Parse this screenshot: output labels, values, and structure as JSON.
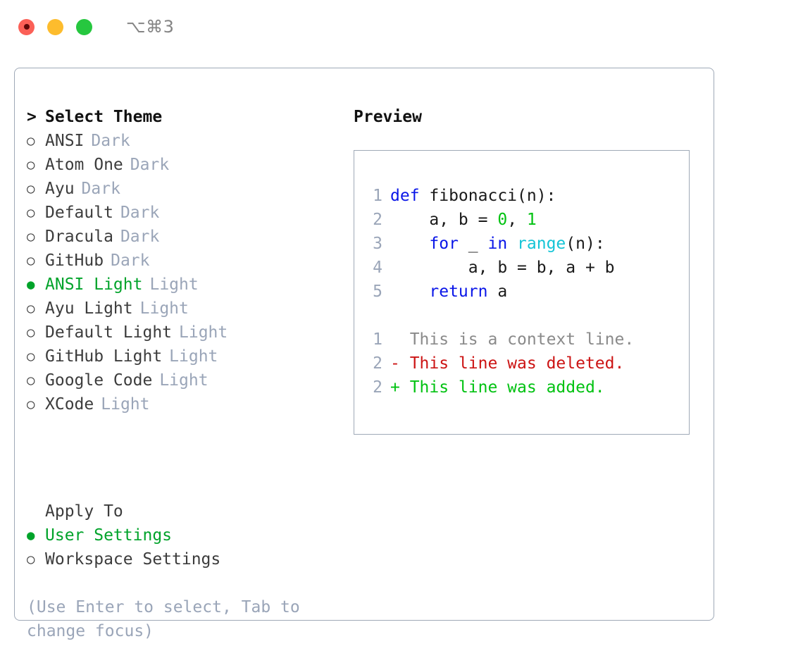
{
  "window": {
    "title": "⌥⌘3",
    "traffic_lights": [
      {
        "name": "close-button",
        "color": "#fb6057"
      },
      {
        "name": "minimize-button",
        "color": "#fdbc2d"
      },
      {
        "name": "maximize-button",
        "color": "#26c73f"
      }
    ]
  },
  "theme_picker": {
    "heading": "Select Theme",
    "heading_marker": ">",
    "marker_selected": "●",
    "marker_unselected": "○",
    "items": [
      {
        "name": "ANSI",
        "variant": "Dark",
        "selected": false
      },
      {
        "name": "Atom One",
        "variant": "Dark",
        "selected": false
      },
      {
        "name": "Ayu",
        "variant": "Dark",
        "selected": false
      },
      {
        "name": "Default",
        "variant": "Dark",
        "selected": false
      },
      {
        "name": "Dracula",
        "variant": "Dark",
        "selected": false
      },
      {
        "name": "GitHub",
        "variant": "Dark",
        "selected": false
      },
      {
        "name": "ANSI Light",
        "variant": "Light",
        "selected": true
      },
      {
        "name": "Ayu Light",
        "variant": "Light",
        "selected": false
      },
      {
        "name": "Default Light",
        "variant": "Light",
        "selected": false
      },
      {
        "name": "GitHub Light",
        "variant": "Light",
        "selected": false
      },
      {
        "name": "Google Code",
        "variant": "Light",
        "selected": false
      },
      {
        "name": "XCode",
        "variant": "Light",
        "selected": false
      }
    ]
  },
  "apply_to": {
    "heading": "Apply To",
    "items": [
      {
        "name": "User Settings",
        "selected": true
      },
      {
        "name": "Workspace Settings",
        "selected": false
      }
    ]
  },
  "hint": "(Use Enter to select, Tab to change focus)",
  "preview": {
    "title": "Preview",
    "code_lines": [
      {
        "no": "1",
        "tokens": [
          {
            "t": "def",
            "c": "kw"
          },
          {
            "t": " fibonacci(n):",
            "c": "plain"
          }
        ]
      },
      {
        "no": "2",
        "tokens": [
          {
            "t": "    a, b = ",
            "c": "plain"
          },
          {
            "t": "0",
            "c": "num"
          },
          {
            "t": ", ",
            "c": "plain"
          },
          {
            "t": "1",
            "c": "num"
          }
        ]
      },
      {
        "no": "3",
        "tokens": [
          {
            "t": "    ",
            "c": "plain"
          },
          {
            "t": "for",
            "c": "kw"
          },
          {
            "t": " _ ",
            "c": "plain"
          },
          {
            "t": "in",
            "c": "kw"
          },
          {
            "t": " ",
            "c": "plain"
          },
          {
            "t": "range",
            "c": "fn"
          },
          {
            "t": "(n):",
            "c": "plain"
          }
        ]
      },
      {
        "no": "4",
        "tokens": [
          {
            "t": "        a, b = b, a + b",
            "c": "plain"
          }
        ]
      },
      {
        "no": "5",
        "tokens": [
          {
            "t": "    ",
            "c": "plain"
          },
          {
            "t": "return",
            "c": "kw"
          },
          {
            "t": " a",
            "c": "plain"
          }
        ]
      }
    ],
    "diff_lines": [
      {
        "no": "1",
        "sign": " ",
        "text": " This is a context line.",
        "kind": "ctx"
      },
      {
        "no": "2",
        "sign": "-",
        "text": " This line was deleted.",
        "kind": "del"
      },
      {
        "no": "2",
        "sign": "+",
        "text": " This line was added.",
        "kind": "add"
      }
    ]
  },
  "colors": {
    "accent_green": "#00a32a",
    "muted": "#9aa5b8",
    "border": "#9fa9b7",
    "keyword_blue": "#0a16e8",
    "function_cyan": "#13c4d6",
    "number_green": "#00c211",
    "diff_delete_red": "#cc1414",
    "diff_add_green": "#00c211"
  }
}
